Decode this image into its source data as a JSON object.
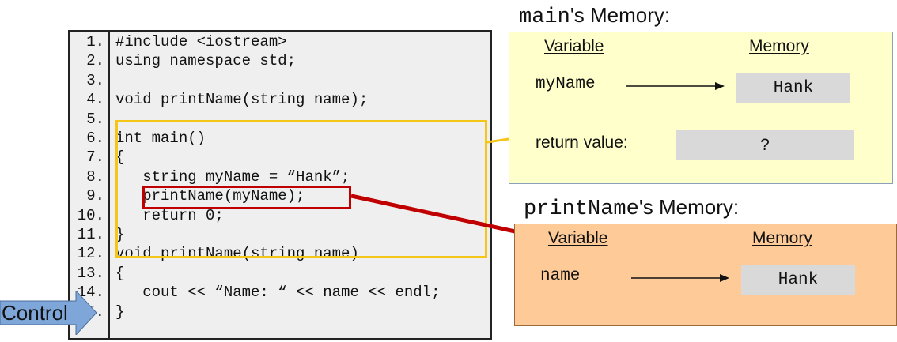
{
  "code": {
    "lines": [
      {
        "num": "1.",
        "text": "#include <iostream>"
      },
      {
        "num": "2.",
        "text": "using namespace std;"
      },
      {
        "num": "3.",
        "text": ""
      },
      {
        "num": "4.",
        "text": "void printName(string name);"
      },
      {
        "num": "5.",
        "text": ""
      },
      {
        "num": "6.",
        "text": "int main()"
      },
      {
        "num": "7.",
        "text": "{"
      },
      {
        "num": "8.",
        "text": "   string myName = “Hank”;"
      },
      {
        "num": "9.",
        "text": "   printName(myName);"
      },
      {
        "num": "10.",
        "text": "   return 0;"
      },
      {
        "num": "11.",
        "text": "}"
      },
      {
        "num": "12.",
        "text": "void printName(string name)"
      },
      {
        "num": "13.",
        "text": "{"
      },
      {
        "num": "14.",
        "text": "   cout << “Name: “ << name << endl;"
      },
      {
        "num": "15.",
        "text": "}"
      }
    ]
  },
  "main_memory": {
    "title_code": "main",
    "title_text": "'s Memory:",
    "variable_header": "Variable",
    "memory_header": "Memory",
    "rows": [
      {
        "name": "myName",
        "value": "Hank"
      },
      {
        "name": "return value:",
        "value": "?"
      }
    ]
  },
  "printname_memory": {
    "title_code": "printName",
    "title_text": "'s Memory:",
    "variable_header": "Variable",
    "memory_header": "Memory",
    "rows": [
      {
        "name": "name",
        "value": "Hank"
      }
    ]
  },
  "control": {
    "label": "Control"
  },
  "colors": {
    "main_scope": "#f5c518",
    "call_highlight": "#c00000",
    "main_memory_bg": "#ffffcc",
    "printname_memory_bg": "#fdca98",
    "control_arrow": "#7ea6d8"
  }
}
